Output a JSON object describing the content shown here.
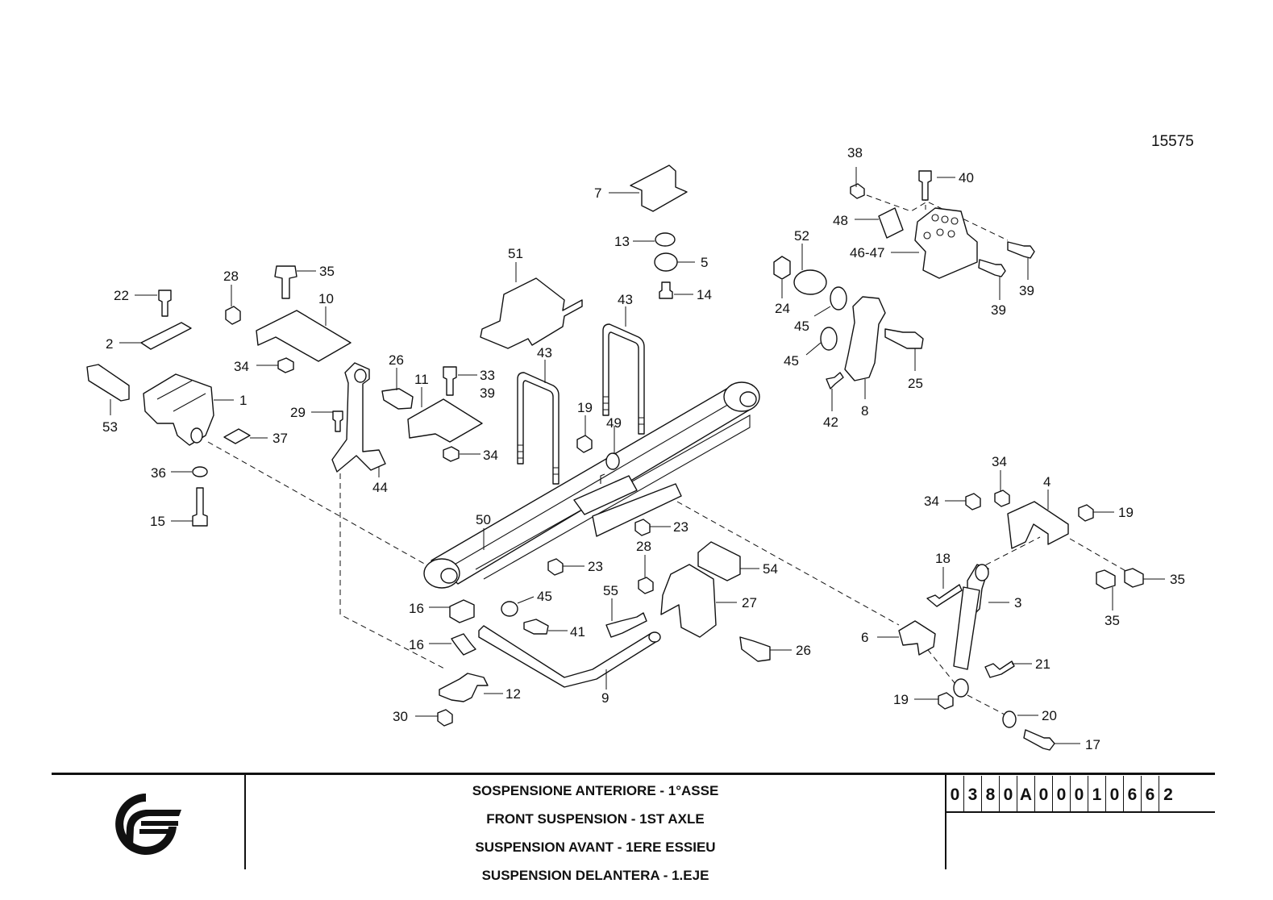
{
  "drawing_number": "15575",
  "titles": {
    "it": "SOSPENSIONE ANTERIORE - 1°ASSE",
    "en": "FRONT SUSPENSION - 1ST AXLE",
    "fr": "SUSPENSION AVANT - 1ERE ESSIEU",
    "es": "SUSPENSION DELANTERA - 1.EJE"
  },
  "code_digits": [
    "0",
    "3",
    "8",
    "0",
    "A",
    "0",
    "0",
    "0",
    "1",
    "0",
    "6",
    "6",
    "2"
  ],
  "labels": [
    "38",
    "40",
    "7",
    "48",
    "46-47",
    "39",
    "39",
    "13",
    "5",
    "14",
    "52",
    "24",
    "45",
    "45",
    "25",
    "42",
    "8",
    "51",
    "43",
    "43",
    "22",
    "2",
    "28",
    "35",
    "10",
    "34",
    "53",
    "1",
    "26",
    "33",
    "39",
    "11",
    "29",
    "19",
    "49",
    "36",
    "37",
    "44",
    "34",
    "15",
    "50",
    "23",
    "23",
    "28",
    "54",
    "55",
    "27",
    "45",
    "16",
    "41",
    "16",
    "9",
    "12",
    "30",
    "26",
    "4",
    "34",
    "34",
    "19",
    "18",
    "3",
    "35",
    "35",
    "6",
    "21",
    "19",
    "20",
    "17"
  ]
}
